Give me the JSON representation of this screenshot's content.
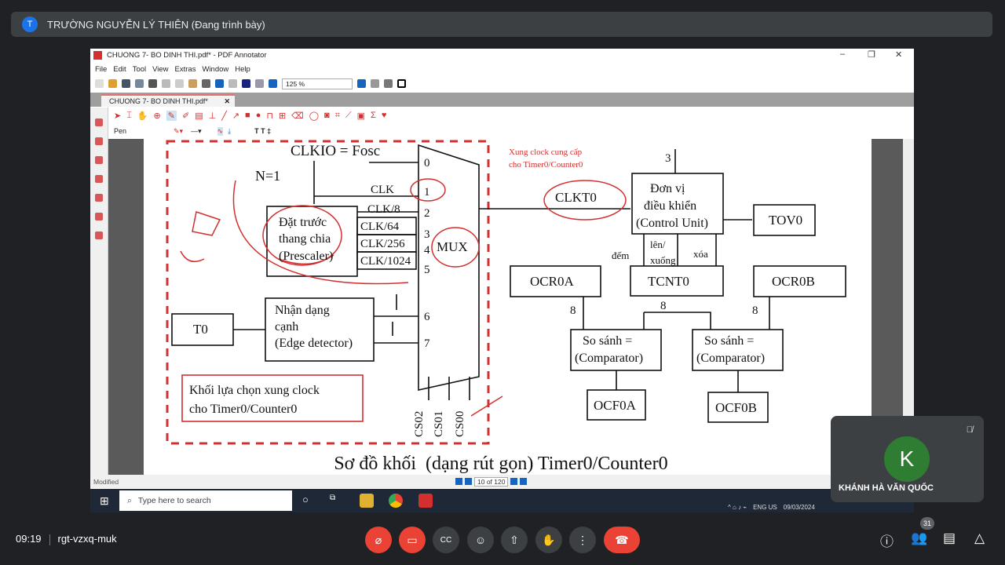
{
  "presenter": {
    "initial": "T",
    "label": "TRƯỜNG NGUYỄN LÝ THIÊN (Đang trình bày)"
  },
  "app": {
    "title": "CHUONG 7- BO DINH THI.pdf* - PDF Annotator",
    "menu": [
      "File",
      "Edit",
      "Tool",
      "View",
      "Extras",
      "Window",
      "Help"
    ],
    "zoom": "125 %",
    "tab": "CHUONG 7- BO DINH THI.pdf*",
    "tool_label": "Pen",
    "status": "Modified",
    "page_indicator": "10 of 120"
  },
  "diagram": {
    "clkio": "CLKIO = Fosc",
    "mux_inputs": [
      "0",
      "1",
      "2",
      "3",
      "4",
      "5",
      "6",
      "7"
    ],
    "mux": "MUX",
    "clk": [
      "CLK",
      "CLK/8",
      "CLK/64",
      "CLK/256",
      "CLK/1024"
    ],
    "prescaler": [
      "Đặt trước",
      "thang chia",
      "(Prescaler)"
    ],
    "edge": [
      "Nhận dạng",
      "cạnh",
      "(Edge detector)"
    ],
    "t0": "T0",
    "select_block": [
      "Khối lựa chọn xung clock",
      "cho Timer0/Counter0"
    ],
    "cs": [
      "CS02",
      "CS01",
      "CS00"
    ],
    "clock_note": [
      "Xung clock cung cấp",
      "cho Timer0/Counter0"
    ],
    "clkt0": "CLKT0",
    "control_unit": [
      "Đơn vị",
      "điều khiển",
      "(Control Unit)"
    ],
    "bus3": "3",
    "tov0": "TOV0",
    "dem": "đếm",
    "len": "lên/",
    "xuong": "xuống",
    "xoa": "xóa",
    "ocr0a": "OCR0A",
    "tcnt0": "TCNT0",
    "ocr0b": "OCR0B",
    "bus8": "8",
    "comparator": [
      "So sánh =",
      "(Comparator)"
    ],
    "ocf0a": "OCF0A",
    "ocf0b": "OCF0B",
    "caption": "Sơ đồ khối  (dạng rút gọn) Timer0/Counter0"
  },
  "taskbar": {
    "search_placeholder": "Type here to search",
    "lang": "ENG US",
    "date": "09/03/2024"
  },
  "participant": {
    "initial": "K",
    "name": "KHÁNH HÀ VĂN QUỐC",
    "avatar_color": "#2e7d32"
  },
  "meeting": {
    "time": "09:19",
    "code": "rgt-vzxq-muk",
    "participants_count": "31"
  },
  "colors": {
    "end_call": "#ea4335",
    "background": "#202124",
    "annotation": "#d32f2f"
  }
}
